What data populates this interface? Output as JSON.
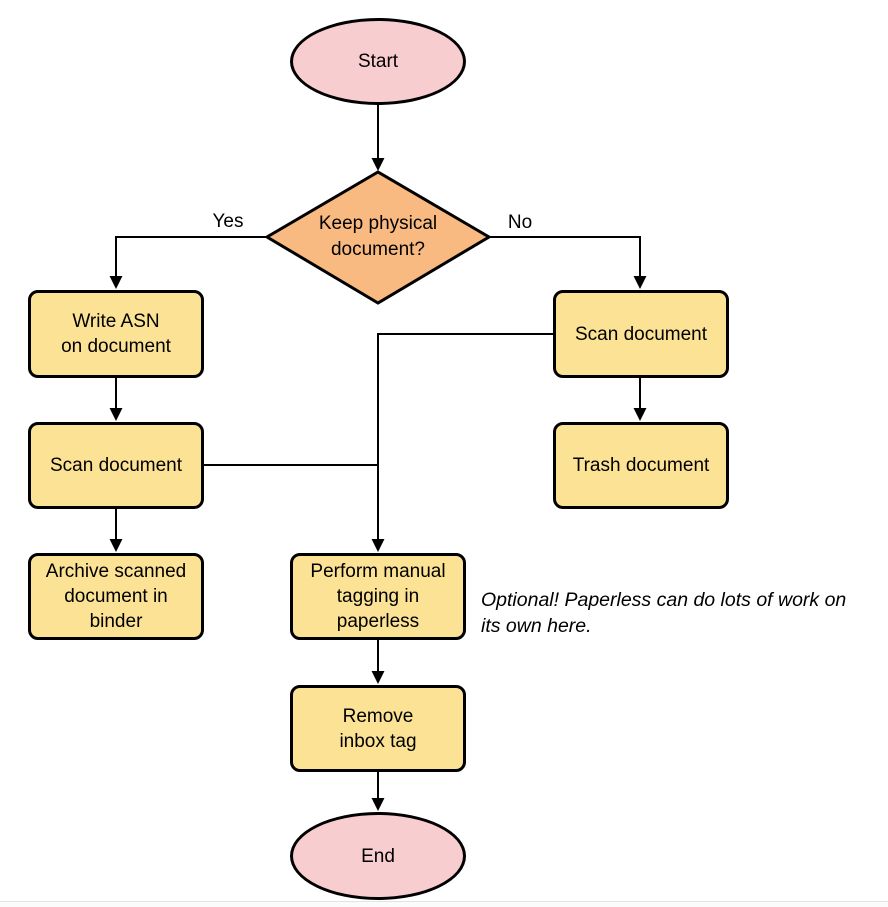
{
  "diagram": {
    "colors": {
      "terminal_fill": "#F8CDD0",
      "decision_fill": "#F8BA81",
      "process_fill": "#FBE294",
      "stroke": "#000000",
      "background": "#FFFFFF"
    },
    "nodes": {
      "start": {
        "label": "Start",
        "type": "terminal"
      },
      "decision": {
        "label": "Keep physical\ndocument?",
        "type": "decision"
      },
      "write_asn": {
        "label": "Write ASN\non document",
        "type": "process"
      },
      "scan_left": {
        "label": "Scan document",
        "type": "process"
      },
      "archive": {
        "label": "Archive scanned\ndocument in\nbinder",
        "type": "process"
      },
      "scan_right": {
        "label": "Scan document",
        "type": "process"
      },
      "trash": {
        "label": "Trash document",
        "type": "process"
      },
      "tagging": {
        "label": "Perform manual\ntagging in\npaperless",
        "type": "process"
      },
      "remove_inbox": {
        "label": "Remove\ninbox tag",
        "type": "process"
      },
      "end": {
        "label": "End",
        "type": "terminal"
      }
    },
    "edge_labels": {
      "yes": "Yes",
      "no": "No"
    },
    "annotation": "Optional! Paperless can do lots of work on\nits own here."
  }
}
